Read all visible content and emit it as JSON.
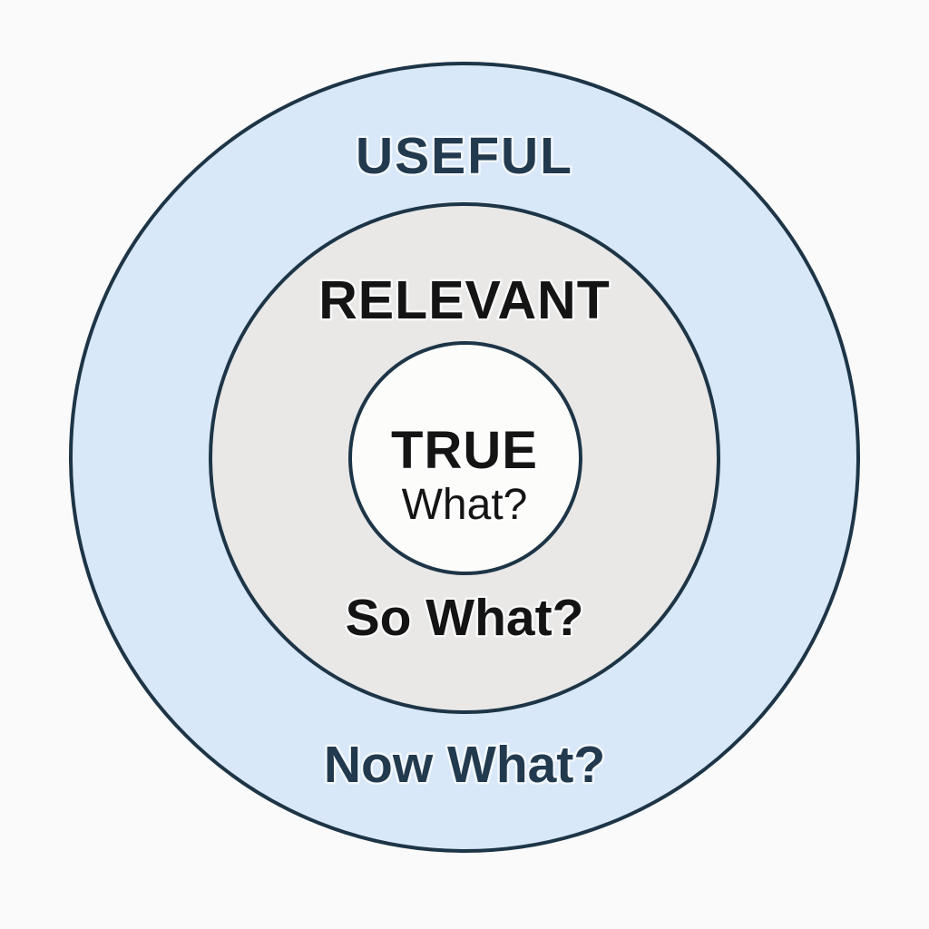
{
  "diagram": {
    "type": "concentric-circles",
    "background_color": "#fbfafa",
    "stroke_color": "#1d3547",
    "rings": [
      {
        "name": "outer",
        "label": "USEFUL",
        "question": "Now What?",
        "fill": "#d9e8f8",
        "label_color": "#223a4e"
      },
      {
        "name": "middle",
        "label": "RELEVANT",
        "question": "So What?",
        "fill": "#e9e8e7",
        "label_color": "#141414"
      },
      {
        "name": "inner",
        "label": "TRUE",
        "question": "What?",
        "fill": "#fcfcfb",
        "label_color": "#141414"
      }
    ]
  }
}
